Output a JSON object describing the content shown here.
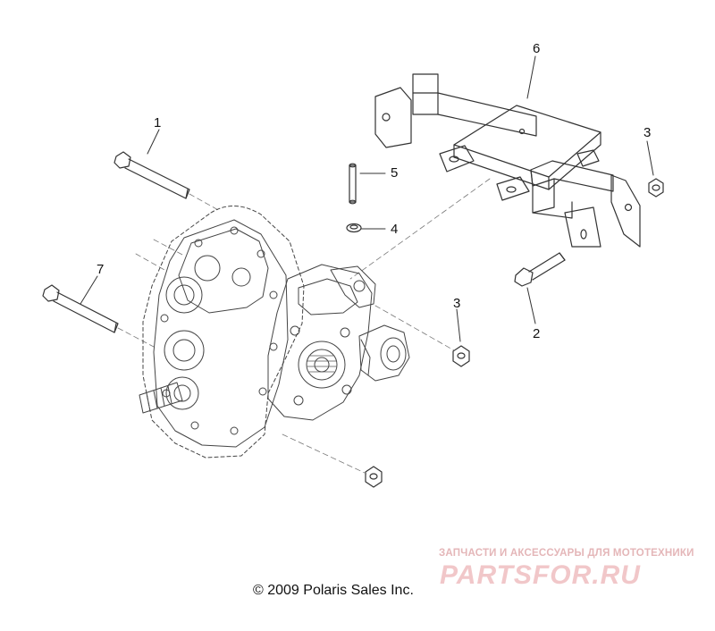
{
  "callouts": {
    "c1": "1",
    "c2": "2",
    "c3a": "3",
    "c3b": "3",
    "c4": "4",
    "c5": "5",
    "c6": "6",
    "c7": "7"
  },
  "copyright": "© 2009 Polaris Sales Inc.",
  "watermark": {
    "tagline": "ЗАПЧАСТИ И АКСЕССУАРЫ ДЛЯ МОТОТЕХНИКИ",
    "logo_text": "PARTSFOR.RU",
    "color": "#f1c7c9"
  },
  "colors": {
    "line": "#333333",
    "dash": "#888888"
  }
}
